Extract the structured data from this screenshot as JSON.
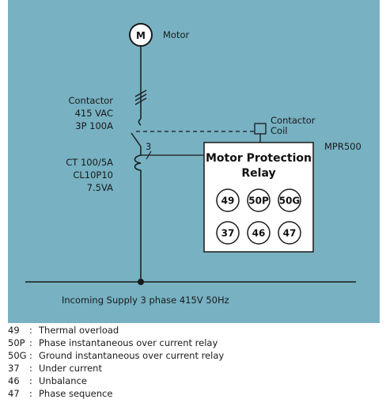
{
  "diagram": {
    "motor_symbol": "M",
    "motor_label": "Motor",
    "contactor_label": [
      "Contactor",
      "415 VAC",
      "3P 100A"
    ],
    "contactor_coil_label": [
      "Contactor",
      "Coil"
    ],
    "ct_label": [
      "CT 100/5A",
      "CL10P10",
      "7.5VA"
    ],
    "ct_phase_count": "3",
    "relay_title": [
      "Motor Protection",
      "Relay"
    ],
    "relay_model": "MPR500",
    "relay_devices": [
      "49",
      "50P",
      "50G",
      "37",
      "46",
      "47"
    ],
    "supply_label": "Incoming Supply 3 phase 415V 50Hz"
  },
  "legend": [
    {
      "code": "49",
      "desc": "Thermal overload"
    },
    {
      "code": "50P",
      "desc": "Phase instantaneous over current relay"
    },
    {
      "code": "50G",
      "desc": "Ground instantaneous over current relay"
    },
    {
      "code": "37",
      "desc": "Under current"
    },
    {
      "code": "46",
      "desc": "Unbalance"
    },
    {
      "code": "47",
      "desc": "Phase sequence"
    }
  ],
  "colors": {
    "background": "#77b1c2",
    "line": "#1a1a1a",
    "relay_fill": "#ffffff"
  }
}
